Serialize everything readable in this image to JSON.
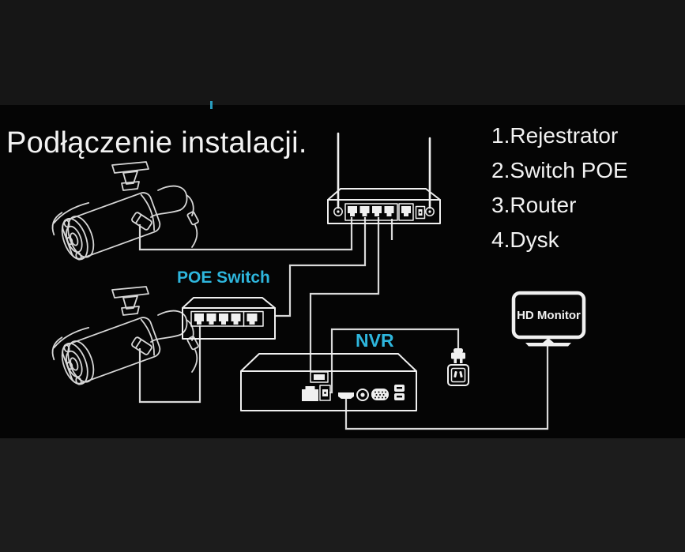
{
  "title": "Podłączenie instalacji.",
  "legend": {
    "items": [
      {
        "label": "1.Rejestrator"
      },
      {
        "label": "2.Switch POE"
      },
      {
        "label": "3.Router"
      },
      {
        "label": "4.Dysk"
      }
    ]
  },
  "diagram": {
    "poe_switch_label": "POE Switch",
    "nvr_label": "NVR",
    "monitor_label": "HD Monitor",
    "icons": {
      "camera_top": "bullet-camera-icon",
      "camera_bottom": "bullet-camera-icon",
      "router": "wifi-router-icon",
      "switch": "poe-switch-icon",
      "nvr": "nvr-recorder-icon",
      "monitor": "hd-monitor-icon",
      "power": "power-plug-outlet-icon"
    }
  },
  "colors": {
    "accent_cyan": "#2eb6dd",
    "text_white": "#f2f2f2",
    "line_gray": "#d9d9d9",
    "device_white": "#f0f0f0",
    "band_top": "#161616",
    "band_bottom": "#1c1c1c",
    "bg_black": "#050505"
  }
}
